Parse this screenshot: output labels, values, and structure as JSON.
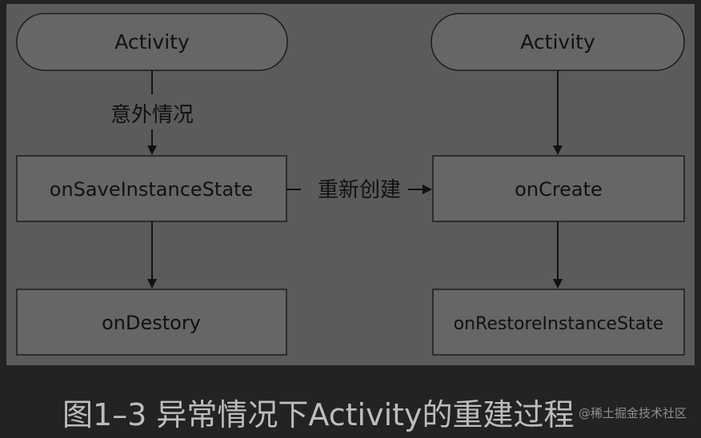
{
  "nodes": {
    "activity_left": "Activity",
    "activity_right": "Activity",
    "on_save_instance_state": "onSaveInstanceState",
    "on_destory": "onDestory",
    "on_create": "onCreate",
    "on_restore_instance_state": "onRestoreInstanceState"
  },
  "edges": {
    "abnormal_label": "意外情况",
    "recreate_label": "重新创建"
  },
  "caption": "图1–3 异常情况下Activity的重建过程",
  "watermark": "@稀土掘金技术社区"
}
